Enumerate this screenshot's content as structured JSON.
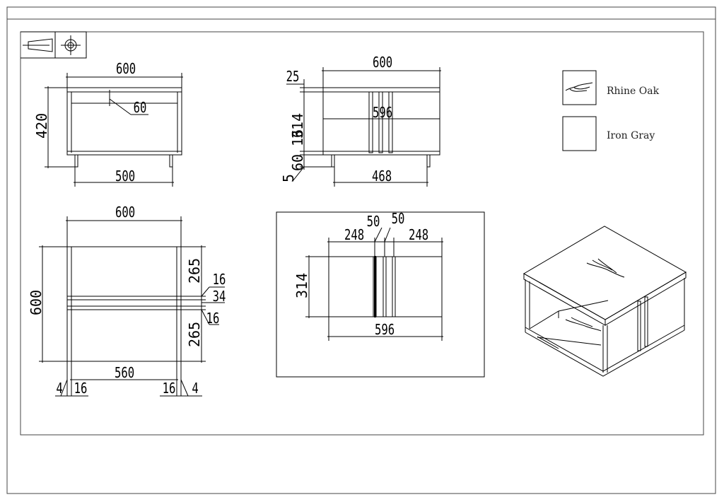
{
  "legend": {
    "material_1": "Rhine Oak",
    "material_2": "Iron Gray"
  },
  "front_view": {
    "width_top": "600",
    "height": "420",
    "top_thickness": "60",
    "leg_span": "500"
  },
  "side_view": {
    "width_top": "600",
    "top_thickness": "25",
    "panel_height": "314",
    "inner_width": "596",
    "shelf_thickness": "16",
    "base_height": "60",
    "foot_offset": "5",
    "leg_span": "468"
  },
  "top_view": {
    "width": "600",
    "depth": "600",
    "upper_section": "265",
    "divider_top": "16",
    "divider_gap": "34",
    "divider_bottom": "16",
    "lower_section": "265",
    "inner_width": "560",
    "left_edge": "4",
    "left_panel": "16",
    "right_panel": "16",
    "right_edge": "4"
  },
  "door_panel": {
    "left_width": "248",
    "stripe_left": "50",
    "stripe_right": "50",
    "right_width": "248",
    "height": "314",
    "total_width": "596"
  },
  "view_symbol": "projection-symbol-icon"
}
